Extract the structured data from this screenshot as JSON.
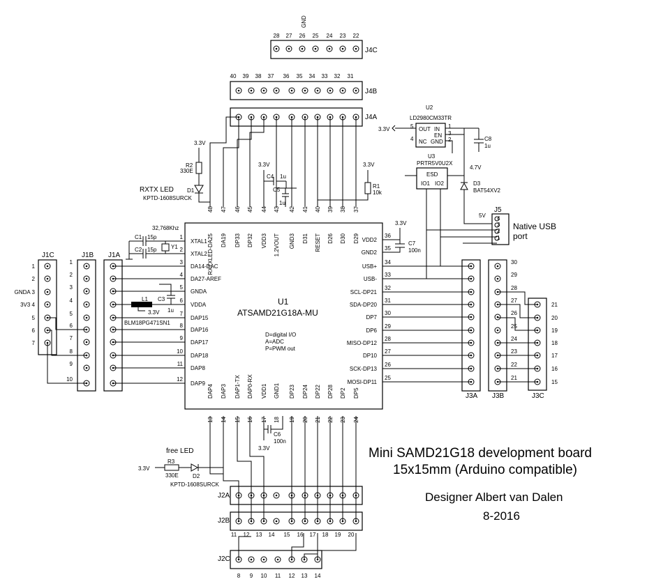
{
  "title": {
    "line1": "Mini SAMD21G18 development board",
    "line2": "15x15mm (Arduino compatible)",
    "designer": "Designer Albert van Dalen",
    "date": "8-2016"
  },
  "u1": {
    "ref": "U1",
    "part": "ATSAMD21G18A-MU",
    "legend": [
      "D=digital I/O",
      "A=ADC",
      "P=PWM out"
    ],
    "left_pins": [
      {
        "num": "1",
        "name": "XTAL1"
      },
      {
        "num": "2",
        "name": "XTAL2"
      },
      {
        "num": "3",
        "name": "DA14-DAC"
      },
      {
        "num": "4",
        "name": "DA27-AREF"
      },
      {
        "num": "5",
        "name": "GNDA"
      },
      {
        "num": "6",
        "name": "VDDA"
      },
      {
        "num": "7",
        "name": "DAP15"
      },
      {
        "num": "8",
        "name": "DAP16"
      },
      {
        "num": "9",
        "name": "DAP17"
      },
      {
        "num": "10",
        "name": "DAP18"
      },
      {
        "num": "11",
        "name": "DAP8"
      },
      {
        "num": "12",
        "name": "DAP9"
      }
    ],
    "right_pins": [
      {
        "num": "36",
        "name": "VDD2"
      },
      {
        "num": "35",
        "name": "GND2"
      },
      {
        "num": "34",
        "name": "USB+"
      },
      {
        "num": "33",
        "name": "USB-"
      },
      {
        "num": "32",
        "name": "SCL-DP21"
      },
      {
        "num": "31",
        "name": "SDA-DP20"
      },
      {
        "num": "30",
        "name": "DP7"
      },
      {
        "num": "29",
        "name": "DP6"
      },
      {
        "num": "28",
        "name": "MISO-DP12"
      },
      {
        "num": "27",
        "name": "DP10"
      },
      {
        "num": "26",
        "name": "SCK-DP13"
      },
      {
        "num": "25",
        "name": "MOSI-DP11"
      }
    ],
    "top_pins": [
      {
        "num": "48",
        "name": "RXTXLED-DA25"
      },
      {
        "num": "47",
        "name": "DA19"
      },
      {
        "num": "46",
        "name": "DP33"
      },
      {
        "num": "45",
        "name": "DP32"
      },
      {
        "num": "44",
        "name": "VDD3"
      },
      {
        "num": "43",
        "name": "1.2VOUT"
      },
      {
        "num": "42",
        "name": "GND3"
      },
      {
        "num": "41",
        "name": "D31"
      },
      {
        "num": "40",
        "name": "RESET"
      },
      {
        "num": "39",
        "name": "D26"
      },
      {
        "num": "38",
        "name": "D30"
      },
      {
        "num": "37",
        "name": "D29"
      }
    ],
    "bottom_pins": [
      {
        "num": "13",
        "name": "DAP4"
      },
      {
        "num": "14",
        "name": "DAP3"
      },
      {
        "num": "15",
        "name": "DAP1-TX"
      },
      {
        "num": "16",
        "name": "DAP0-RX"
      },
      {
        "num": "17",
        "name": "VDD1"
      },
      {
        "num": "18",
        "name": "GND1"
      },
      {
        "num": "19",
        "name": "DP23"
      },
      {
        "num": "20",
        "name": "DP24"
      },
      {
        "num": "21",
        "name": "DP22"
      },
      {
        "num": "22",
        "name": "DP28"
      },
      {
        "num": "23",
        "name": "DP2"
      },
      {
        "num": "24",
        "name": "DP5"
      }
    ]
  },
  "j1c": {
    "ref": "J1C",
    "labels": [
      "1",
      "2",
      "GNDA 3",
      "3V3 4",
      "5",
      "6",
      "7"
    ]
  },
  "j1b": {
    "ref": "J1B",
    "labels": [
      "1",
      "2",
      "3",
      "4",
      "5",
      "6",
      "7",
      "8",
      "9",
      "10"
    ]
  },
  "j1a": {
    "ref": "J1A"
  },
  "j3a": {
    "ref": "J3A"
  },
  "j3b": {
    "ref": "J3B",
    "labels": [
      "30",
      "29",
      "28",
      "27",
      "26",
      "25",
      "24",
      "23",
      "22",
      "21"
    ]
  },
  "j3c": {
    "ref": "J3C",
    "labels": [
      "21",
      "20",
      "19",
      "18",
      "17",
      "16",
      "15"
    ]
  },
  "j4c": {
    "ref": "J4C",
    "gnd": "GND",
    "labels": [
      "28",
      "27",
      "26",
      "25",
      "24",
      "23",
      "22"
    ]
  },
  "j4b": {
    "ref": "J4B",
    "labels": [
      "40",
      "39",
      "38",
      "37",
      "36",
      "35",
      "34",
      "33",
      "32",
      "31"
    ]
  },
  "j4a": {
    "ref": "J4A"
  },
  "j2a": {
    "ref": "J2A"
  },
  "j2b": {
    "ref": "J2B",
    "labels": [
      "11",
      "12",
      "13",
      "14",
      "15",
      "16",
      "17",
      "18",
      "19",
      "20"
    ]
  },
  "j2c": {
    "ref": "J2C",
    "labels": [
      "8",
      "9",
      "10",
      "11",
      "12",
      "13",
      "14"
    ]
  },
  "j5": {
    "ref": "J5",
    "labels": [
      "4",
      "3",
      "2",
      "1"
    ],
    "note1": "Native USB",
    "note2": "port",
    "vlabel": "5V"
  },
  "u2": {
    "ref": "U2",
    "part": "LD2980CM33TR",
    "pins": [
      "OUT",
      "IN",
      "EN",
      "NC",
      "GND"
    ],
    "nums": [
      "5",
      "1",
      "3",
      "4",
      "2"
    ]
  },
  "u3": {
    "ref": "U3",
    "part": "PRTR5V0U2X",
    "esd": "ESD",
    "io1": "IO1",
    "io2": "IO2"
  },
  "parts": {
    "c1": "C1",
    "c1v": "15p",
    "c2": "C2",
    "c2v": "15p",
    "y1": "Y1",
    "y1v": "32,768Khz",
    "c3": "C3",
    "c3v": "1u",
    "l1": "L1",
    "l1v": "BLM18PG471SN1",
    "c4": "C4",
    "c4v": "1u",
    "c5": "C5",
    "c5v": "1u",
    "c6": "C6",
    "c6v": "100n",
    "c7": "C7",
    "c7v": "100n",
    "c8": "C8",
    "c8v": "1u",
    "r1": "R1",
    "r1v": "10k",
    "r2": "R2",
    "r2v": "330E",
    "r3": "R3",
    "r3v": "330E",
    "d1": "D1",
    "d1v": "KPTD-1608SURCK",
    "d1note": "RXTX LED",
    "d2": "D2",
    "d2v": "KPTD-1608SURCK",
    "d2note": "free LED",
    "d3": "D3",
    "d3v": "BAT54XV2"
  },
  "rails": {
    "v33": "3.3V",
    "v47": "4.7V",
    "gnd": "GND"
  }
}
